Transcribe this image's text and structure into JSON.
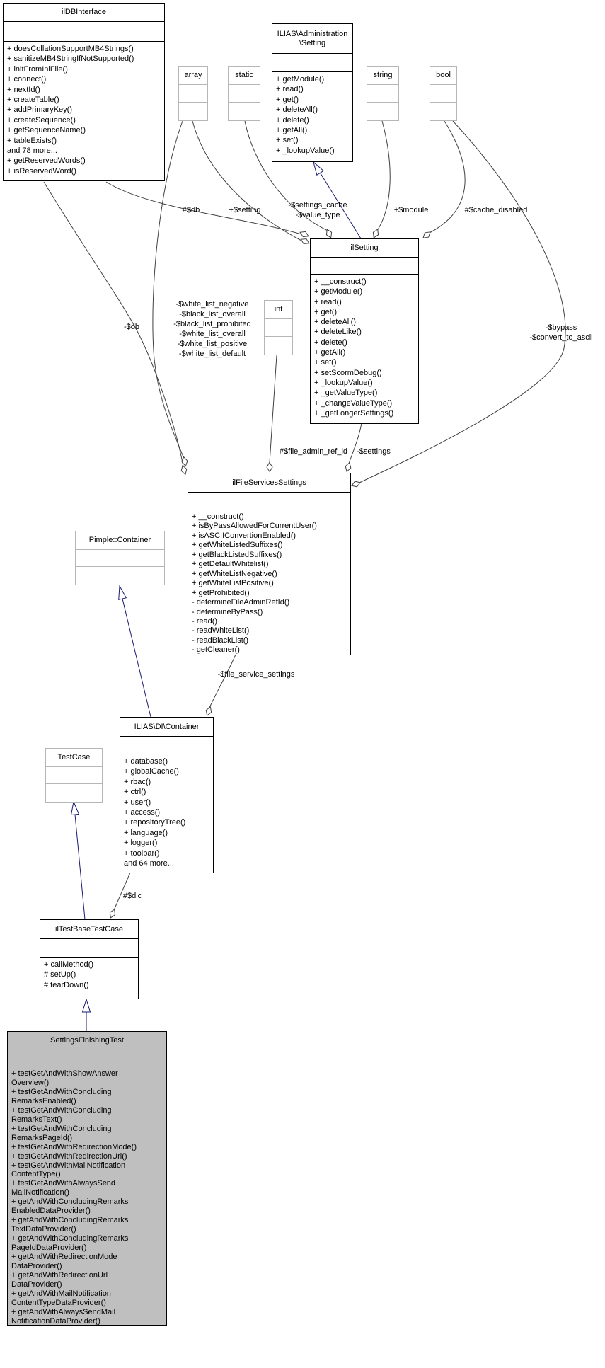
{
  "diagram_type": "uml-collaboration-graph",
  "colors": {
    "background": "#ffffff",
    "class_border": "#000000",
    "external_border": "#b6b6b6",
    "highlight_fill": "#bfbfbf",
    "inheritance_edge": "#191970",
    "aggregation_edge": "#404040"
  },
  "classes": [
    {
      "id": "ilDBInterface",
      "title": "ilDBInterface",
      "members": [
        "+ doesCollationSupportMB4Strings()",
        "+ sanitizeMB4StringIfNotSupported()",
        "+ initFromIniFile()",
        "+ connect()",
        "+ nextId()",
        "+ createTable()",
        "+ addPrimaryKey()",
        "+ createSequence()",
        "+ getSequenceName()",
        "+ tableExists()",
        "and 78 more...",
        "+ getReservedWords()",
        "+ isReservedWord()"
      ]
    },
    {
      "id": "ILIAS_Administration_Setting",
      "title": "ILIAS\\Administration\n\\Setting",
      "members": [
        "+ getModule()",
        "+ read()",
        "+ get()",
        "+ deleteAll()",
        "+ delete()",
        "+ getAll()",
        "+ set()",
        "+ _lookupValue()"
      ]
    },
    {
      "id": "array",
      "title": "array",
      "members": []
    },
    {
      "id": "static",
      "title": "static",
      "members": []
    },
    {
      "id": "string",
      "title": "string",
      "members": []
    },
    {
      "id": "bool",
      "title": "bool",
      "members": []
    },
    {
      "id": "int",
      "title": "int",
      "members": []
    },
    {
      "id": "ilSetting",
      "title": "ilSetting",
      "members": [
        "+ __construct()",
        "+ getModule()",
        "+ read()",
        "+ get()",
        "+ deleteAll()",
        "+ deleteLike()",
        "+ delete()",
        "+ getAll()",
        "+ set()",
        "+ setScormDebug()",
        "+ _lookupValue()",
        "+ _getValueType()",
        "+ _changeValueType()",
        "+ _getLongerSettings()"
      ]
    },
    {
      "id": "ilFileServicesSettings",
      "title": "ilFileServicesSettings",
      "members": [
        "+ __construct()",
        "+ isByPassAllowedForCurrentUser()",
        "+ isASCIIConvertionEnabled()",
        "+ getWhiteListedSuffixes()",
        "+ getBlackListedSuffixes()",
        "+ getDefaultWhitelist()",
        "+ getWhiteListNegative()",
        "+ getWhiteListPositive()",
        "+ getProhibited()",
        "- determineFileAdminRefId()",
        "- determineByPass()",
        "- read()",
        "- readWhiteList()",
        "- readBlackList()",
        "- getCleaner()"
      ]
    },
    {
      "id": "Pimple_Container",
      "title": "Pimple::Container",
      "members": []
    },
    {
      "id": "ILIAS_DI_Container",
      "title": "ILIAS\\DI\\Container",
      "members": [
        "+ database()",
        "+ globalCache()",
        "+ rbac()",
        "+ ctrl()",
        "+ user()",
        "+ access()",
        "+ repositoryTree()",
        "+ language()",
        "+ logger()",
        "+ toolbar()",
        "and 64 more..."
      ]
    },
    {
      "id": "TestCase",
      "title": "TestCase",
      "members": []
    },
    {
      "id": "ilTestBaseTestCase",
      "title": "ilTestBaseTestCase",
      "members": [
        "+ callMethod()",
        "# setUp()",
        "# tearDown()"
      ]
    },
    {
      "id": "SettingsFinishingTest",
      "title": "SettingsFinishingTest",
      "members": [
        "+ testGetAndWithShowAnswer\nOverview()",
        "+ testGetAndWithConcluding\nRemarksEnabled()",
        "+ testGetAndWithConcluding\nRemarksText()",
        "+ testGetAndWithConcluding\nRemarksPageId()",
        "+ testGetAndWithRedirectionMode()",
        "+ testGetAndWithRedirectionUrl()",
        "+ testGetAndWithMailNotification\nContentType()",
        "+ testGetAndWithAlwaysSend\nMailNotification()",
        "+ getAndWithConcludingRemarks\nEnabledDataProvider()",
        "+ getAndWithConcludingRemarks\nTextDataProvider()",
        "+ getAndWithConcludingRemarks\nPageIdDataProvider()",
        "+ getAndWithRedirectionMode\nDataProvider()",
        "+ getAndWithRedirectionUrl\nDataProvider()",
        "+ getAndWithMailNotification\nContentTypeDataProvider()",
        "+ getAndWithAlwaysSendMail\nNotificationDataProvider()"
      ]
    }
  ],
  "edge_labels": [
    {
      "id": "db-setting",
      "text": "#$db"
    },
    {
      "id": "setting",
      "text": "+$setting"
    },
    {
      "id": "settings-cache",
      "text": "-$settings_cache\n-$value_type"
    },
    {
      "id": "module",
      "text": "+$module"
    },
    {
      "id": "cache-disabled",
      "text": "#$cache_disabled"
    },
    {
      "id": "db-fileservices",
      "text": "-$db"
    },
    {
      "id": "white-lists",
      "text": "-$white_list_negative\n-$black_list_overall\n-$black_list_prohibited\n-$white_list_overall\n-$white_list_positive\n-$white_list_default"
    },
    {
      "id": "bypass",
      "text": "-$bypass\n-$convert_to_ascii"
    },
    {
      "id": "file-admin-ref-id",
      "text": "#$file_admin_ref_id"
    },
    {
      "id": "settings",
      "text": "-$settings"
    },
    {
      "id": "file-service-settings",
      "text": "-$file_service_settings"
    },
    {
      "id": "dic",
      "text": "#$dic"
    }
  ]
}
